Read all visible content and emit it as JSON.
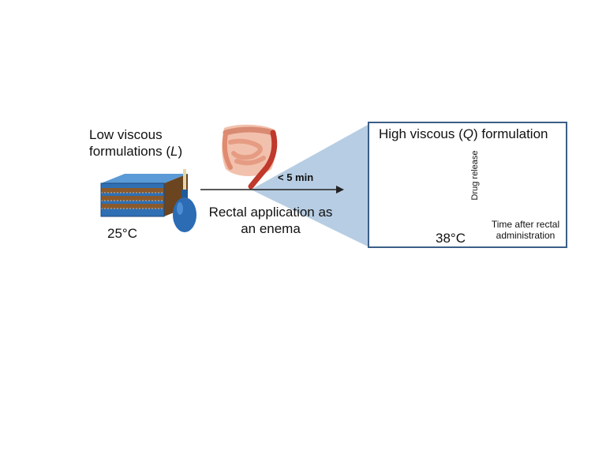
{
  "left": {
    "title_line1": "Low viscous",
    "title_line2_prefix": "formulations (",
    "title_line2_italic": "L",
    "title_line2_suffix": ")",
    "temperature": "25°C"
  },
  "arrow": {
    "time_label": "< 5 min",
    "application_line1": "Rectal application as",
    "application_line2": "an enema"
  },
  "panel": {
    "title_prefix": "High viscous (",
    "title_italic": "Q",
    "title_suffix": ") formulation",
    "temperature": "38°C",
    "graph": {
      "ylabel": "Drug release",
      "xlabel_line1": "Time after rectal",
      "xlabel_line2": "administration"
    }
  },
  "colors": {
    "callout_fill": "#b7cde3",
    "panel_border": "#3b5e87",
    "bilayer_blue": "#2f6fb4",
    "bilayer_brown": "#8a5a2c",
    "syringe_blue": "#2b6cb5",
    "colon_pink": "#e8a48f",
    "colon_red": "#c0392b",
    "cubic_phase": "#8fb8e8"
  }
}
